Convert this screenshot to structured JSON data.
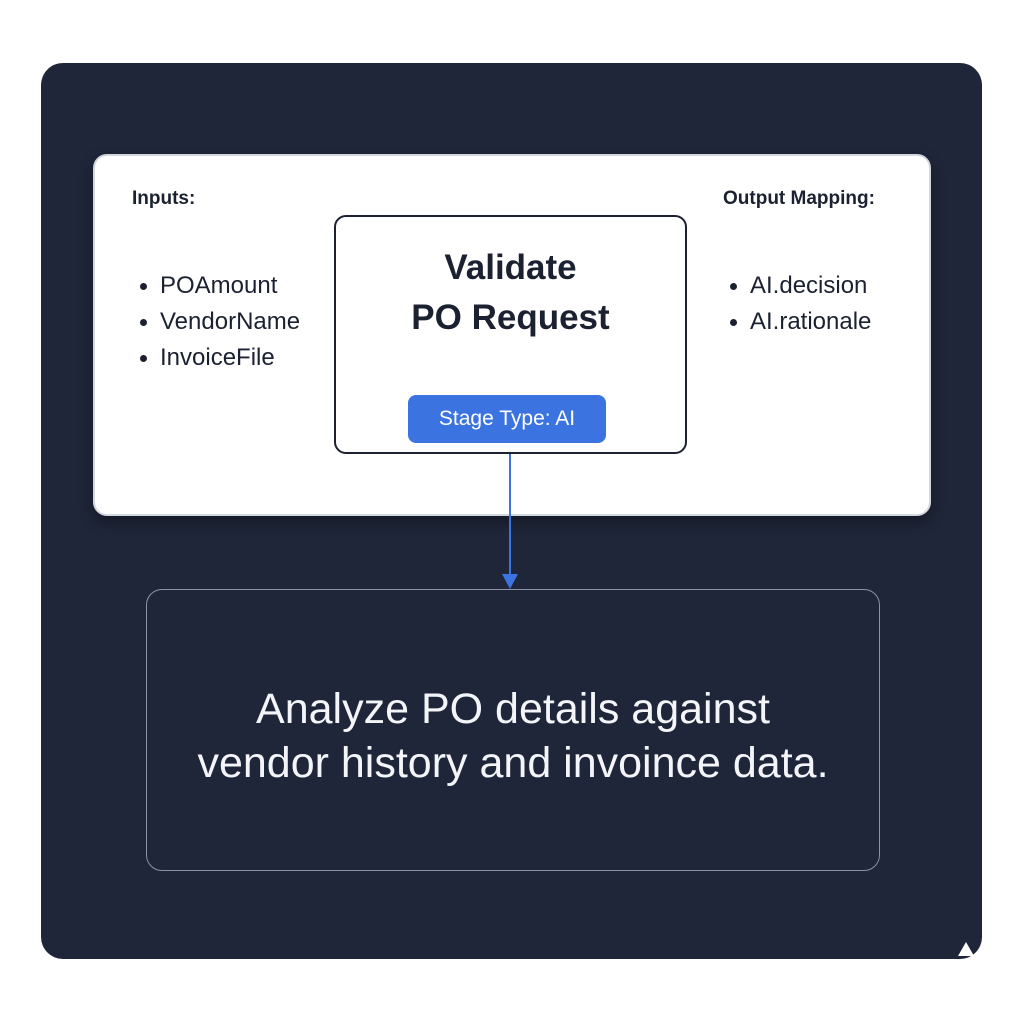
{
  "stage_card": {
    "inputs_heading": "Inputs:",
    "inputs": [
      "POAmount",
      "VendorName",
      "InvoiceFile"
    ],
    "outputs_heading": "Output Mapping:",
    "outputs": [
      "AI.decision",
      "AI.rationale"
    ]
  },
  "node": {
    "title_line1": "Validate",
    "title_line2": "PO Request",
    "badge": "Stage Type: AI"
  },
  "prompt": {
    "line1": "Analyze PO details against",
    "line2": "vendor history and invoince data."
  },
  "colors": {
    "panel_bg": "#1f2639",
    "accent": "#3b74e0",
    "card_bg": "#ffffff",
    "text_dark": "#1b2130",
    "text_light": "#f3f5f9"
  }
}
